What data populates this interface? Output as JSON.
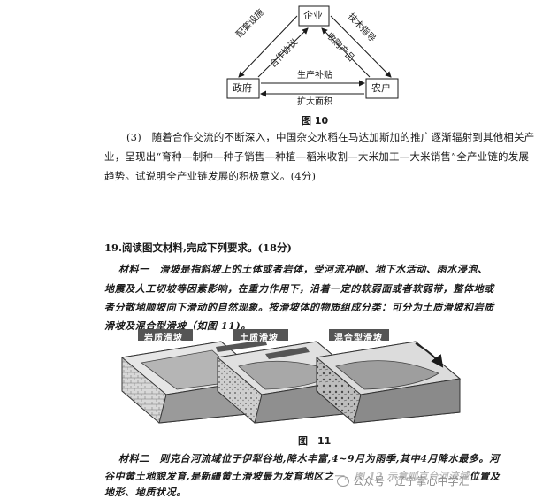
{
  "diagram": {
    "nodes": {
      "enterprise": "企业",
      "government": "政府",
      "farmer": "农户"
    },
    "edges": {
      "gov_to_ent": "配套设施",
      "ent_to_farmer": "技术指导",
      "cooperation": "合作协议",
      "purchase": "收购产品",
      "subsidy": "生产补贴",
      "expand": "扩大面积"
    },
    "caption": "图 10"
  },
  "question3": {
    "line1": "(3)　随着合作交流的不断深入，中国杂交水稻在马达加斯加的推广逐渐辐射到其他相关产",
    "line2": "业，呈现出“育种—制种—种子销售—种植—稻米收割—大米加工—大米销售”全产业链的发展",
    "line3": "趋势。试说明全产业链发展的积极意义。(4分)"
  },
  "question19": {
    "title": "19.阅读图文材料,完成下列要求。(18分)",
    "m1_line1": "材料一　滑坡是指斜坡上的土体或者岩体，受河流冲刷、地下水活动、雨水浸泡、",
    "m1_line2": "地震及人工切坡等因素影响，在重力作用下，沿着一定的软弱面或者软弱带，整体地或",
    "m1_line3": "者分散地顺坡向下滑动的自然现象。按滑坡体的物质组成分类：可分为土质滑坡和岩质",
    "m1_line4": "滑坡及混合型滑坡（如图 11)。",
    "figure_labels": [
      "岩质滑坡",
      "土质滑坡",
      "混合型滑坡"
    ],
    "figure_caption": "图　11",
    "m2_line1": "材料二　则克台河流域位于伊犁谷地,降水丰富,4~9月为雨季,其中4月降水最多。河",
    "m2_line2": "谷中黄土地貌发育,是新疆黄土滑坡最为发育地区之一。图 12 示意则克台河流域位置及",
    "m2_line3": "地形、地质状况。"
  },
  "watermark": "公众号 · 辽宁掌心中学汇"
}
